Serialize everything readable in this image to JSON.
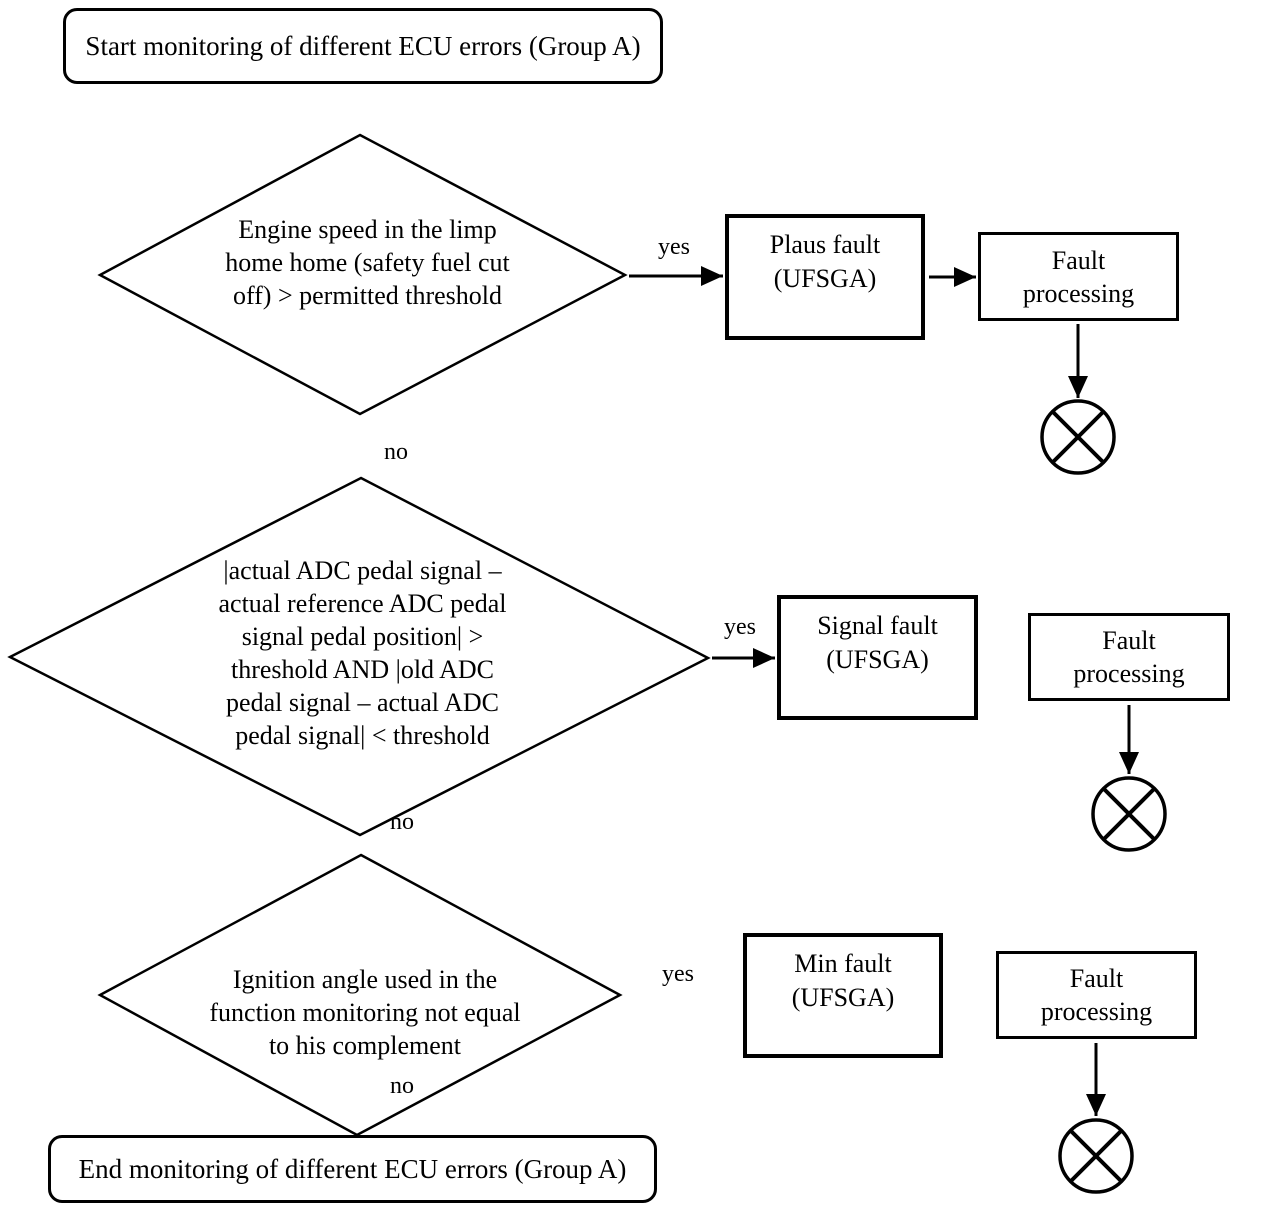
{
  "flowchart": {
    "start_label": "Start monitoring of different ECU errors (Group A)",
    "end_label": "End monitoring of different ECU errors (Group A)",
    "decision1": {
      "lines": [
        "Engine speed in the limp",
        "home home (safety fuel cut",
        "off) > permitted threshold"
      ],
      "yes_label": "yes",
      "no_label": "no"
    },
    "decision2": {
      "lines": [
        "|actual ADC pedal signal –",
        "actual reference ADC pedal",
        "signal pedal position| >",
        "threshold AND |old ADC",
        "pedal signal – actual ADC",
        "pedal signal| < threshold"
      ],
      "yes_label": "yes",
      "no_label": "no"
    },
    "decision3": {
      "lines": [
        "Ignition angle used in the",
        "function monitoring not equal",
        "to his complement"
      ],
      "yes_label": "yes",
      "no_label": "no"
    },
    "fault1": {
      "lines": [
        "Plaus fault",
        "(UFSGA)"
      ]
    },
    "fault2": {
      "lines": [
        "Signal fault",
        "(UFSGA)"
      ]
    },
    "fault3": {
      "lines": [
        "Min fault",
        "(UFSGA)"
      ]
    },
    "processing1": {
      "lines": [
        "Fault",
        "processing"
      ]
    },
    "processing2": {
      "lines": [
        "Fault",
        "processing"
      ]
    },
    "processing3": {
      "lines": [
        "Fault",
        "processing"
      ]
    },
    "colors": {
      "stroke": "#000000",
      "background": "#ffffff"
    }
  }
}
